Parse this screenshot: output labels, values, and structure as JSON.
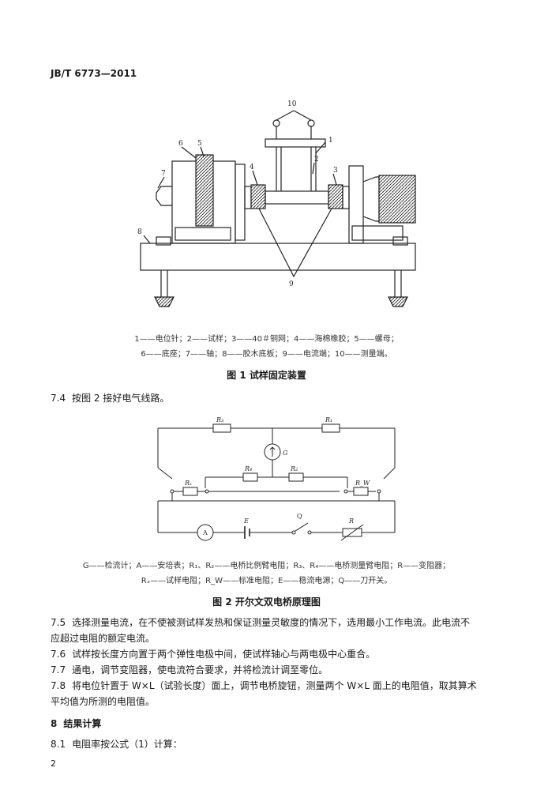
{
  "header": {
    "standard_code": "JB/T 6773—2011"
  },
  "figure1": {
    "labels": [
      "1",
      "2",
      "3",
      "4",
      "5",
      "6",
      "7",
      "8",
      "9",
      "10"
    ],
    "legend_line1": "1——电位针；2——试样；3——40＃铜网；4——海棉橡胶；5——螺母；",
    "legend_line2": "6——底座；7——轴；8——胶木底板；9——电流端；10——测量端。",
    "caption": "图 1   试样固定装置"
  },
  "section_7_4": {
    "num": "7.4",
    "text": "按图 2 接好电气线路。"
  },
  "figure2": {
    "labels": {
      "r3": "R₃",
      "r1": "R₁",
      "g": "G",
      "r4": "R₄",
      "r2": "R₂",
      "rx": "Rₓ",
      "rw": "R_W",
      "a": "A",
      "e": "E",
      "q": "Q",
      "r": "R"
    },
    "legend_line1": "G——检流计；A——安培表；R₁、R₂——电桥比例臂电阻；R₃、R₄——电桥测量臂电阻；R——变阻器；",
    "legend_line2": "Rₓ——试样电阻；R_W——标准电阻；E——稳流电源；Q——刀开关。",
    "caption": "图 2   开尔文双电桥原理图"
  },
  "paragraphs": [
    {
      "num": "7.5",
      "text": "选择测量电流，在不使被测试样发热和保证测量灵敏度的情况下，选用最小工作电流。此电流不"
    },
    {
      "num": "",
      "text": "应超过电阻的额定电流。"
    },
    {
      "num": "7.6",
      "text": "试样按长度方向置于两个弹性电极中间，使试样轴心与两电极中心重合。"
    },
    {
      "num": "7.7",
      "text": "通电，调节变阻器，使电流符合要求，并将检流计调至零位。"
    },
    {
      "num": "7.8",
      "text": "将电位针置于 W×L（试验长度）面上，调节电桥旋钮，测量两个 W×L 面上的电阻值，取其算术"
    },
    {
      "num": "",
      "text": "平均值为所测的电阻值。"
    }
  ],
  "section_8": {
    "num": "8",
    "title": "结果计算"
  },
  "section_8_1": {
    "num": "8.1",
    "text": "电阻率按公式（1）计算："
  },
  "page_number": "2"
}
